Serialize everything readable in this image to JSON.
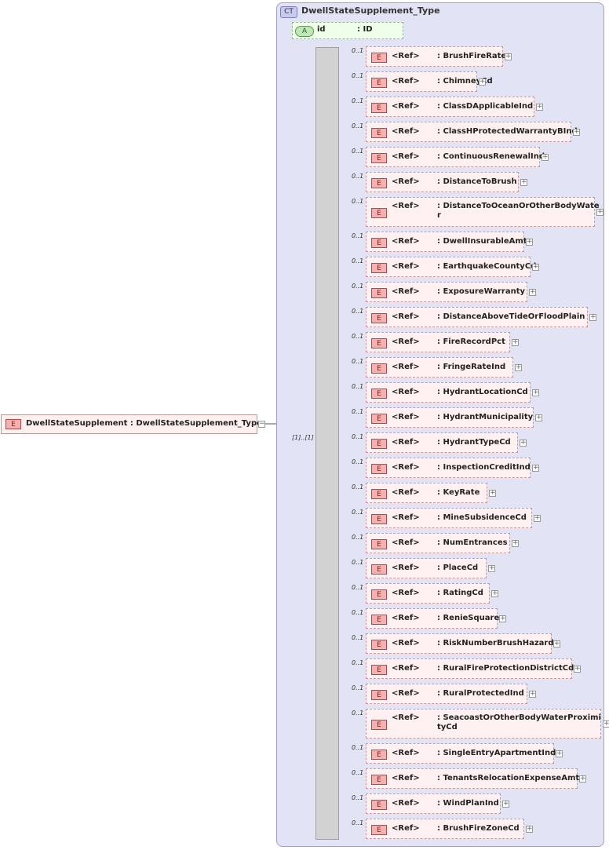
{
  "root": {
    "badge": "E",
    "label": "DwellStateSupplement : DwellStateSupplement_Type",
    "collapse": "−"
  },
  "complex_type": {
    "badge": "CT",
    "title": "DwellStateSupplement_Type"
  },
  "attribute": {
    "badge": "A",
    "name": "id",
    "type": ": ID"
  },
  "sequence": {
    "multiplicity": "[1]..[1]"
  },
  "elements": [
    {
      "mult": "0..1",
      "badge": "E",
      "ref": "<Ref>",
      "name": ": BrushFireRate"
    },
    {
      "mult": "0..1",
      "badge": "E",
      "ref": "<Ref>",
      "name": ": ChimneyCd"
    },
    {
      "mult": "0..1",
      "badge": "E",
      "ref": "<Ref>",
      "name": ": ClassDApplicableInd"
    },
    {
      "mult": "0..1",
      "badge": "E",
      "ref": "<Ref>",
      "name": ": ClassHProtectedWarrantyBInd"
    },
    {
      "mult": "0..1",
      "badge": "E",
      "ref": "<Ref>",
      "name": ": ContinuousRenewalInd"
    },
    {
      "mult": "0..1",
      "badge": "E",
      "ref": "<Ref>",
      "name": ": DistanceToBrush"
    },
    {
      "mult": "0..1",
      "badge": "E",
      "ref": "<Ref>",
      "name": ": DistanceToOceanOrOtherBodyWate\nr"
    },
    {
      "mult": "0..1",
      "badge": "E",
      "ref": "<Ref>",
      "name": ": DwellInsurableAmt"
    },
    {
      "mult": "0..1",
      "badge": "E",
      "ref": "<Ref>",
      "name": ": EarthquakeCountyCd"
    },
    {
      "mult": "0..1",
      "badge": "E",
      "ref": "<Ref>",
      "name": ": ExposureWarranty"
    },
    {
      "mult": "0..1",
      "badge": "E",
      "ref": "<Ref>",
      "name": ": DistanceAboveTideOrFloodPlain"
    },
    {
      "mult": "0..1",
      "badge": "E",
      "ref": "<Ref>",
      "name": ": FireRecordPct"
    },
    {
      "mult": "0..1",
      "badge": "E",
      "ref": "<Ref>",
      "name": ": FringeRateInd"
    },
    {
      "mult": "0..1",
      "badge": "E",
      "ref": "<Ref>",
      "name": ": HydrantLocationCd"
    },
    {
      "mult": "0..1",
      "badge": "E",
      "ref": "<Ref>",
      "name": ": HydrantMunicipality"
    },
    {
      "mult": "0..1",
      "badge": "E",
      "ref": "<Ref>",
      "name": ": HydrantTypeCd"
    },
    {
      "mult": "0..1",
      "badge": "E",
      "ref": "<Ref>",
      "name": ": InspectionCreditInd"
    },
    {
      "mult": "0..1",
      "badge": "E",
      "ref": "<Ref>",
      "name": ": KeyRate"
    },
    {
      "mult": "0..1",
      "badge": "E",
      "ref": "<Ref>",
      "name": ": MineSubsidenceCd"
    },
    {
      "mult": "0..1",
      "badge": "E",
      "ref": "<Ref>",
      "name": ": NumEntrances"
    },
    {
      "mult": "0..1",
      "badge": "E",
      "ref": "<Ref>",
      "name": ": PlaceCd"
    },
    {
      "mult": "0..1",
      "badge": "E",
      "ref": "<Ref>",
      "name": ": RatingCd"
    },
    {
      "mult": "0..1",
      "badge": "E",
      "ref": "<Ref>",
      "name": ": RenieSquare"
    },
    {
      "mult": "0..1",
      "badge": "E",
      "ref": "<Ref>",
      "name": ": RiskNumberBrushHazard"
    },
    {
      "mult": "0..1",
      "badge": "E",
      "ref": "<Ref>",
      "name": ": RuralFireProtectionDistrictCd"
    },
    {
      "mult": "0..1",
      "badge": "E",
      "ref": "<Ref>",
      "name": ": RuralProtectedInd"
    },
    {
      "mult": "0..1",
      "badge": "E",
      "ref": "<Ref>",
      "name": ": SeacoastOrOtherBodyWaterProximi\ntyCd"
    },
    {
      "mult": "0..1",
      "badge": "E",
      "ref": "<Ref>",
      "name": ": SingleEntryApartmentInd"
    },
    {
      "mult": "0..1",
      "badge": "E",
      "ref": "<Ref>",
      "name": ": TenantsRelocationExpenseAmt"
    },
    {
      "mult": "0..1",
      "badge": "E",
      "ref": "<Ref>",
      "name": ": WindPlanInd"
    },
    {
      "mult": "0..1",
      "badge": "E",
      "ref": "<Ref>",
      "name": ": BrushFireZoneCd"
    }
  ],
  "expand_glyph": "+"
}
